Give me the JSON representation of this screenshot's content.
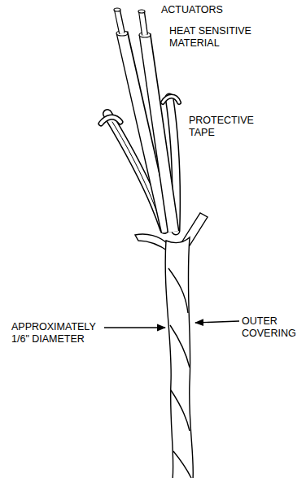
{
  "diagram": {
    "labels": [
      "ACTUATORS",
      "HEAT SENSITIVE MATERIAL",
      "PROTECTIVE TAPE",
      "APPROXIMATELY 1/6\" DIAMETER",
      "OUTER COVERING"
    ]
  }
}
